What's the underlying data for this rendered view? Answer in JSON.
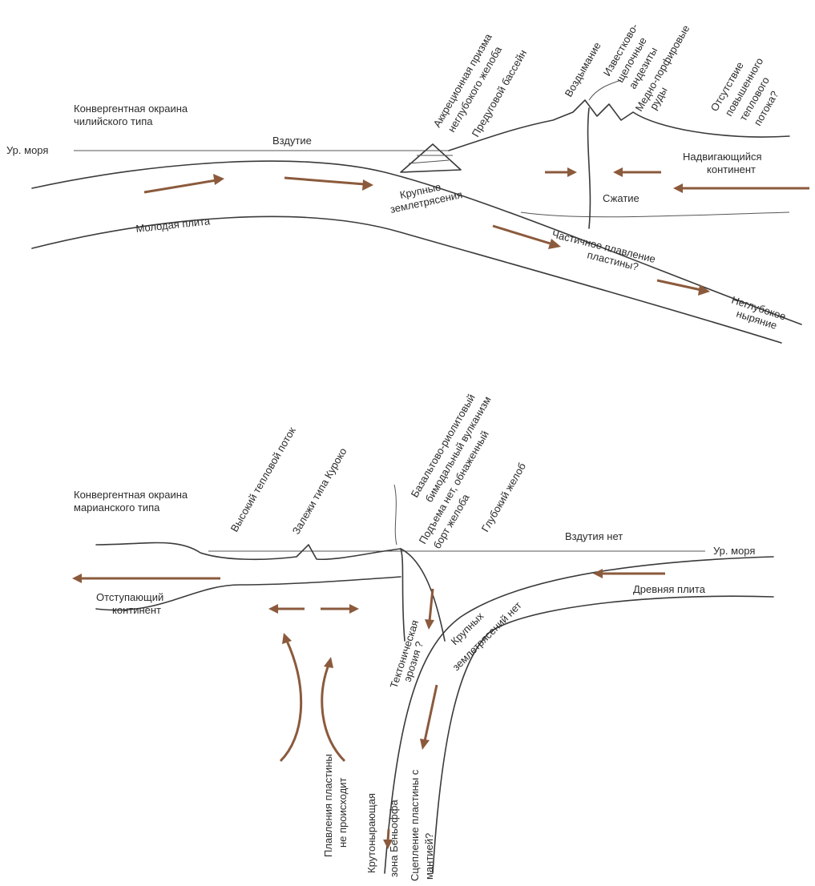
{
  "top": {
    "title": [
      "Конвергентная окраина",
      "чилийского типа"
    ],
    "sea_level": "Ур. моря",
    "swell": "Вздутие",
    "accretion_prism": [
      "Аккреционная призма",
      "неглубокого желоба"
    ],
    "forearc_basin": "Предуговой бассейн",
    "uplift": "Воздымание",
    "calc_alkaline": [
      "Известково-",
      "щелочные",
      "андезиты"
    ],
    "copper_porphyry": [
      "Медно-порфировые",
      "руды"
    ],
    "no_heat_flow": [
      "Отсутствие",
      "повышенного",
      "теплового",
      "потока?"
    ],
    "overriding_continent": [
      "Надвигающийся",
      "континент"
    ],
    "compression": "Сжатие",
    "large_eq": [
      "Крупные",
      "землетрясения"
    ],
    "young_plate": "Молодая плита",
    "partial_melting": [
      "Частичное плавление",
      "пластины?"
    ],
    "shallow_dip": [
      "Неглубокое",
      "ныряние"
    ]
  },
  "bottom": {
    "title": [
      "Конвергентная окраина",
      "марианского типа"
    ],
    "high_heat_flow": "Высокий тепловой поток",
    "kuroko": "Залежи типа Куроко",
    "bimodal": [
      "Базальтово-риолитовый",
      "бимодальный вулканизм"
    ],
    "no_uplift": [
      "Подъема нет, обнаженный",
      "борт желоба"
    ],
    "deep_trench": "Глубокий желоб",
    "no_swell": "Вздутия нет",
    "sea_level": "Ур. моря",
    "retreating_continent": [
      "Отступающий",
      "континент"
    ],
    "ancient_plate": "Древняя плита",
    "tectonic_erosion": [
      "Тектоническая",
      "эрозия ?"
    ],
    "no_large_eq": [
      "Крупных",
      "землетрясений нет"
    ],
    "no_melting": [
      "Плавления пластины",
      "не происходит"
    ],
    "steep_benioff": [
      "Крутонырающая",
      "зона Беньоффа"
    ],
    "coupling": [
      "Сцепление пластины с",
      "мантией?"
    ]
  },
  "colors": {
    "arrow": "#8b5a3c",
    "line": "#3a3a3a"
  }
}
